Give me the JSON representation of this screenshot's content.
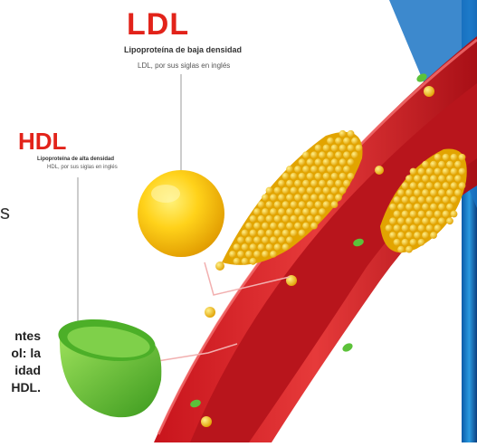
{
  "ldl": {
    "title": "LDL",
    "subtitle": "Lipoproteína de baja densidad",
    "note": "LDL, por sus siglas en inglés"
  },
  "hdl": {
    "title": "HDL",
    "subtitle": "Lipoproteína de alta densidad",
    "note": "HDL, por sus siglas en inglés"
  },
  "cut_text": {
    "edge_letter": "s",
    "lines": [
      "ntes",
      "ol: la",
      "idad",
      "HDL."
    ]
  },
  "colors": {
    "label_red": "#e2231a",
    "vessel_dark": "#b0121a",
    "vessel_mid": "#d8242a",
    "vessel_light": "#ef4a4a",
    "ldl_yellow": "#f7c21a",
    "hdl_green": "#69c83a",
    "side_blue": "#1e78c8"
  }
}
